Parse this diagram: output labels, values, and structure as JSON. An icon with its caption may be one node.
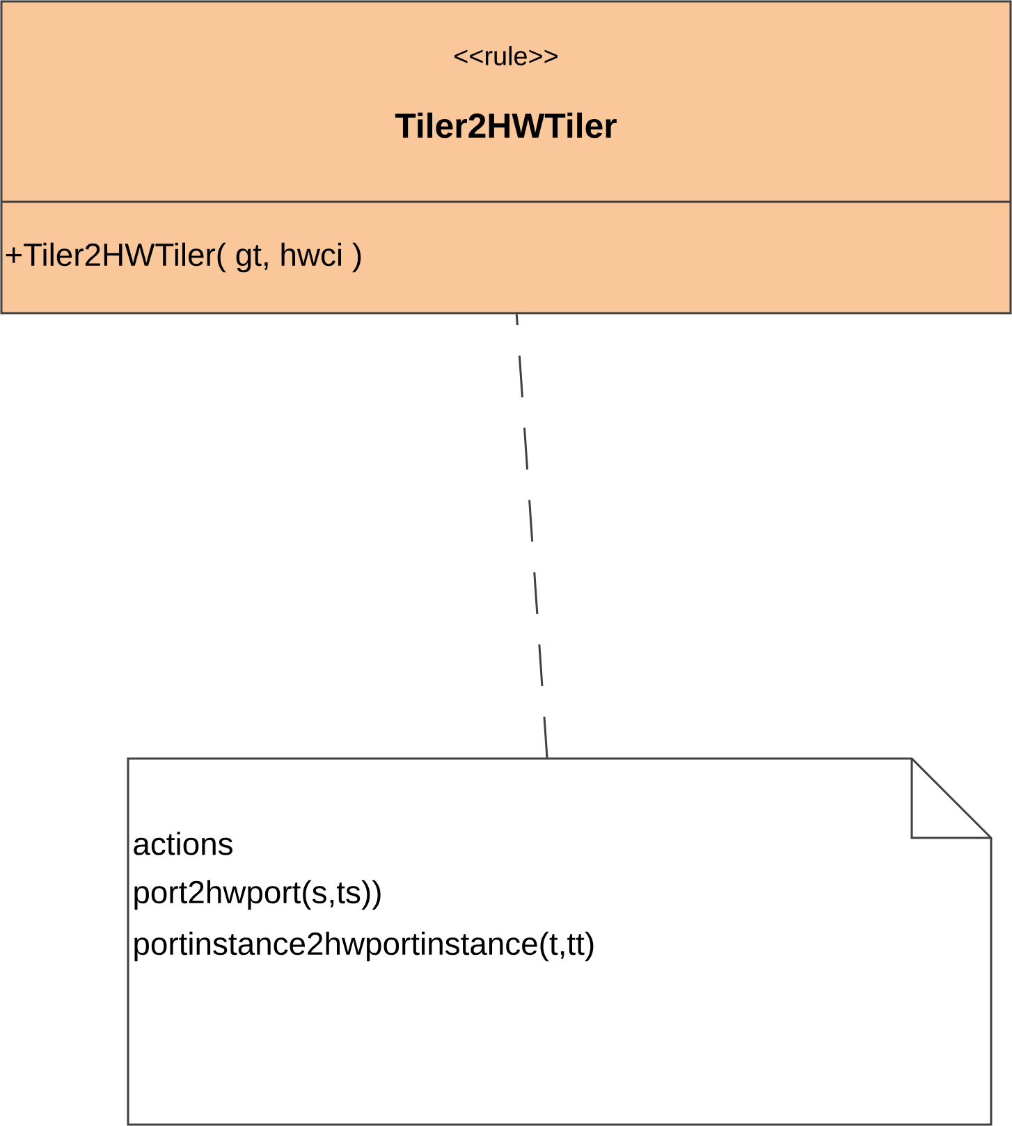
{
  "diagram": {
    "nodes": [
      {
        "text": [
          "<<rule>>",
          "Tiler2HWTiler",
          "+Tiler2HWTiler( gt, hwci )"
        ]
      },
      {
        "text": [
          "actions",
          "port2hwport(s,ts))",
          "portinstance2hwportinstance(t,tt)"
        ]
      }
    ],
    "edges": [
      {
        "from": 1,
        "to": 0,
        "arrow": "none",
        "style": "dashed"
      }
    ]
  }
}
